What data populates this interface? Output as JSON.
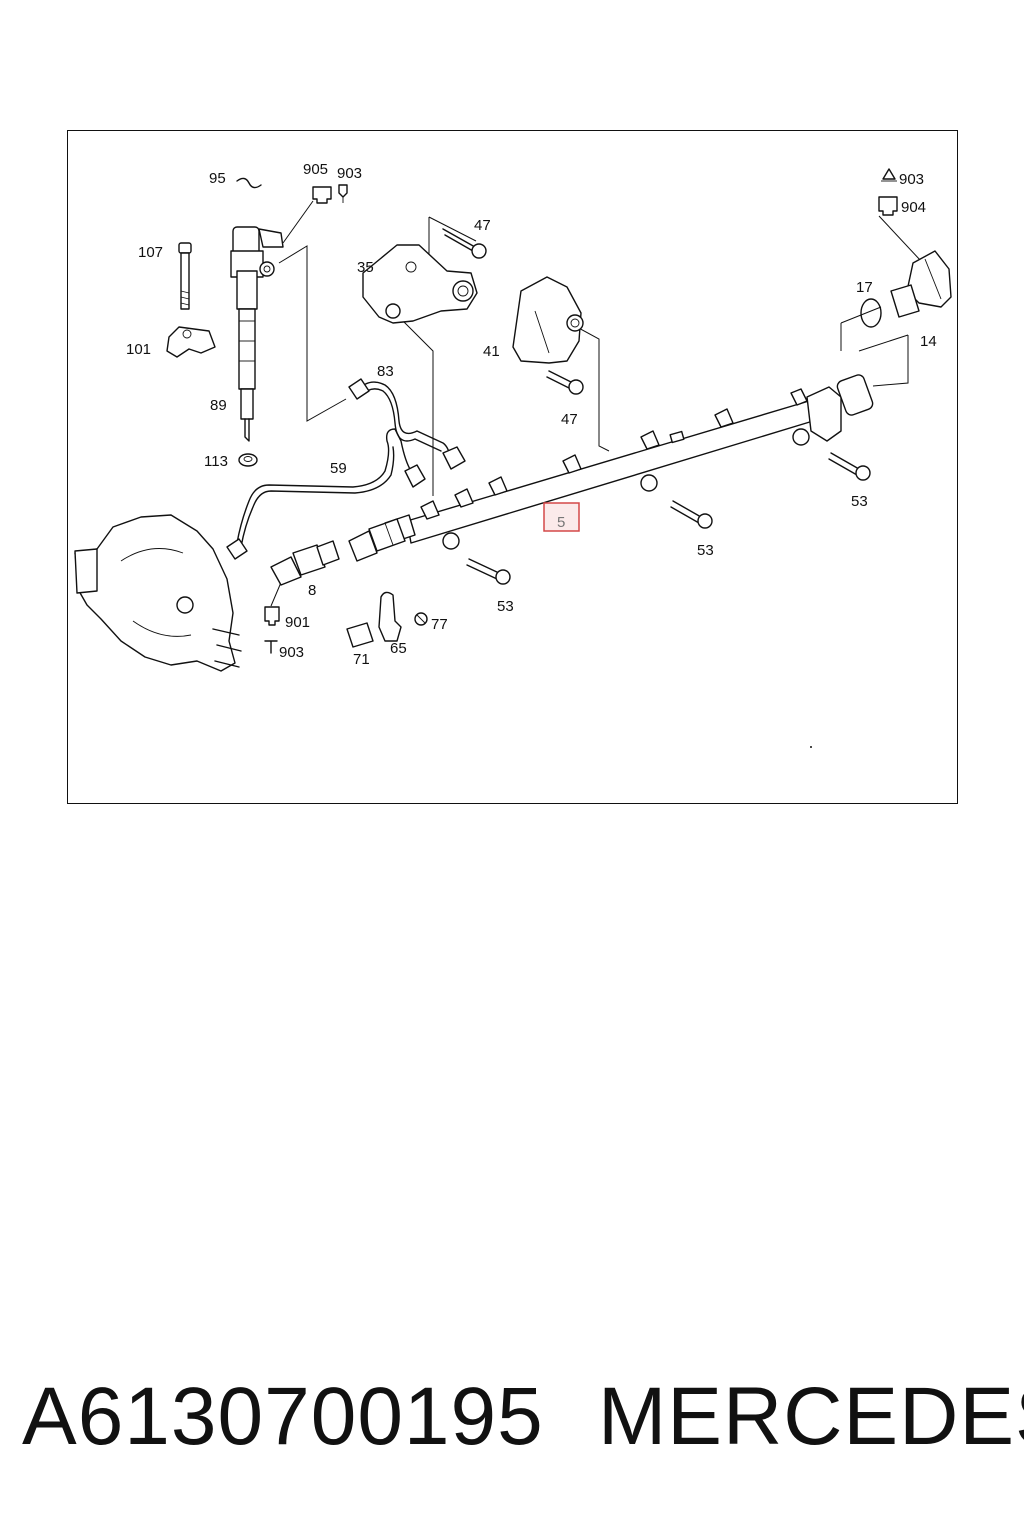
{
  "diagram": {
    "callouts": {
      "c95": "95",
      "c905": "905",
      "c903a": "903",
      "c107": "107",
      "c101": "101",
      "c89": "89",
      "c113": "113",
      "c59": "59",
      "c83": "83",
      "c35": "35",
      "c47a": "47",
      "c41": "41",
      "c47b": "47",
      "c903b": "903",
      "c904": "904",
      "c17": "17",
      "c14": "14",
      "c53a": "53",
      "c53b": "53",
      "c53c": "53",
      "c8": "8",
      "c901": "901",
      "c903c": "903",
      "c71": "71",
      "c65": "65",
      "c77": "77"
    },
    "highlighted_part": "5"
  },
  "caption": {
    "part_number": "A6130700195",
    "brand": "MERCEDES"
  },
  "colors": {
    "highlight_border": "#d44848",
    "highlight_fill": "#fbeaea",
    "line": "#111111"
  }
}
